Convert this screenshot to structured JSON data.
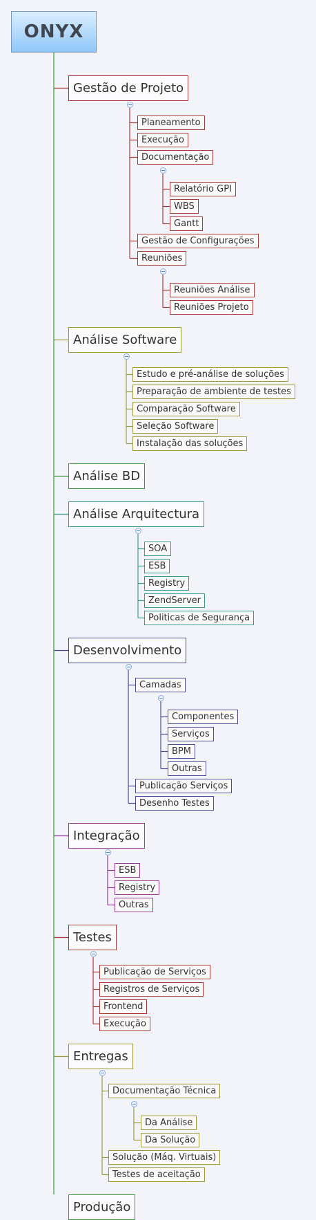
{
  "root": {
    "label": "ONYX"
  },
  "branches": [
    {
      "label": "Gestão de Projeto",
      "color": "#a93a3a",
      "children": [
        {
          "label": "Planeamento"
        },
        {
          "label": "Execução"
        },
        {
          "label": "Documentação",
          "children": [
            {
              "label": "Relatório GPI"
            },
            {
              "label": "WBS"
            },
            {
              "label": "Gantt"
            }
          ]
        },
        {
          "label": "Gestão de Configurações"
        },
        {
          "label": "Reuniões",
          "children": [
            {
              "label": "Reuniões Análise"
            },
            {
              "label": "Reuniões Projeto"
            }
          ]
        }
      ]
    },
    {
      "label": "Análise Software",
      "color": "#9a9a3c",
      "children": [
        {
          "label": "Estudo e pré-análise de soluções"
        },
        {
          "label": "Preparação de ambiente de testes"
        },
        {
          "label": "Comparação Software"
        },
        {
          "label": "Seleção Software"
        },
        {
          "label": "Instalação das soluções"
        }
      ]
    },
    {
      "label": "Análise BD",
      "color": "#3c9a3c",
      "children": []
    },
    {
      "label": "Análise Arquitectura",
      "color": "#3a9a8a",
      "children": [
        {
          "label": "SOA"
        },
        {
          "label": "ESB"
        },
        {
          "label": "Registry"
        },
        {
          "label": "ZendServer"
        },
        {
          "label": "Politicas de Segurança"
        }
      ]
    },
    {
      "label": "Desenvolvimento",
      "color": "#4a4a9a",
      "children": [
        {
          "label": "Camadas",
          "children": [
            {
              "label": "Componentes"
            },
            {
              "label": "Serviços"
            },
            {
              "label": "BPM"
            },
            {
              "label": "Outras"
            }
          ]
        },
        {
          "label": "Publicação Serviços"
        },
        {
          "label": "Desenho Testes"
        }
      ]
    },
    {
      "label": "Integração",
      "color": "#9a3a9a",
      "children": [
        {
          "label": "ESB"
        },
        {
          "label": "Registry"
        },
        {
          "label": "Outras"
        }
      ]
    },
    {
      "label": "Testes",
      "color": "#a93a3a",
      "children": [
        {
          "label": "Publicação de Serviços"
        },
        {
          "label": "Registros de Serviços"
        },
        {
          "label": "Frontend"
        },
        {
          "label": "Execução"
        }
      ]
    },
    {
      "label": "Entregas",
      "color": "#9a9a3c",
      "children": [
        {
          "label": "Documentação Técnica",
          "children": [
            {
              "label": "Da Análise"
            },
            {
              "label": "Da Solução"
            }
          ]
        },
        {
          "label": "Solução (Máq. Virtuais)"
        },
        {
          "label": "Testes de aceitação"
        }
      ]
    },
    {
      "label": "Produção",
      "color": "#3c9a3c",
      "children": []
    }
  ]
}
